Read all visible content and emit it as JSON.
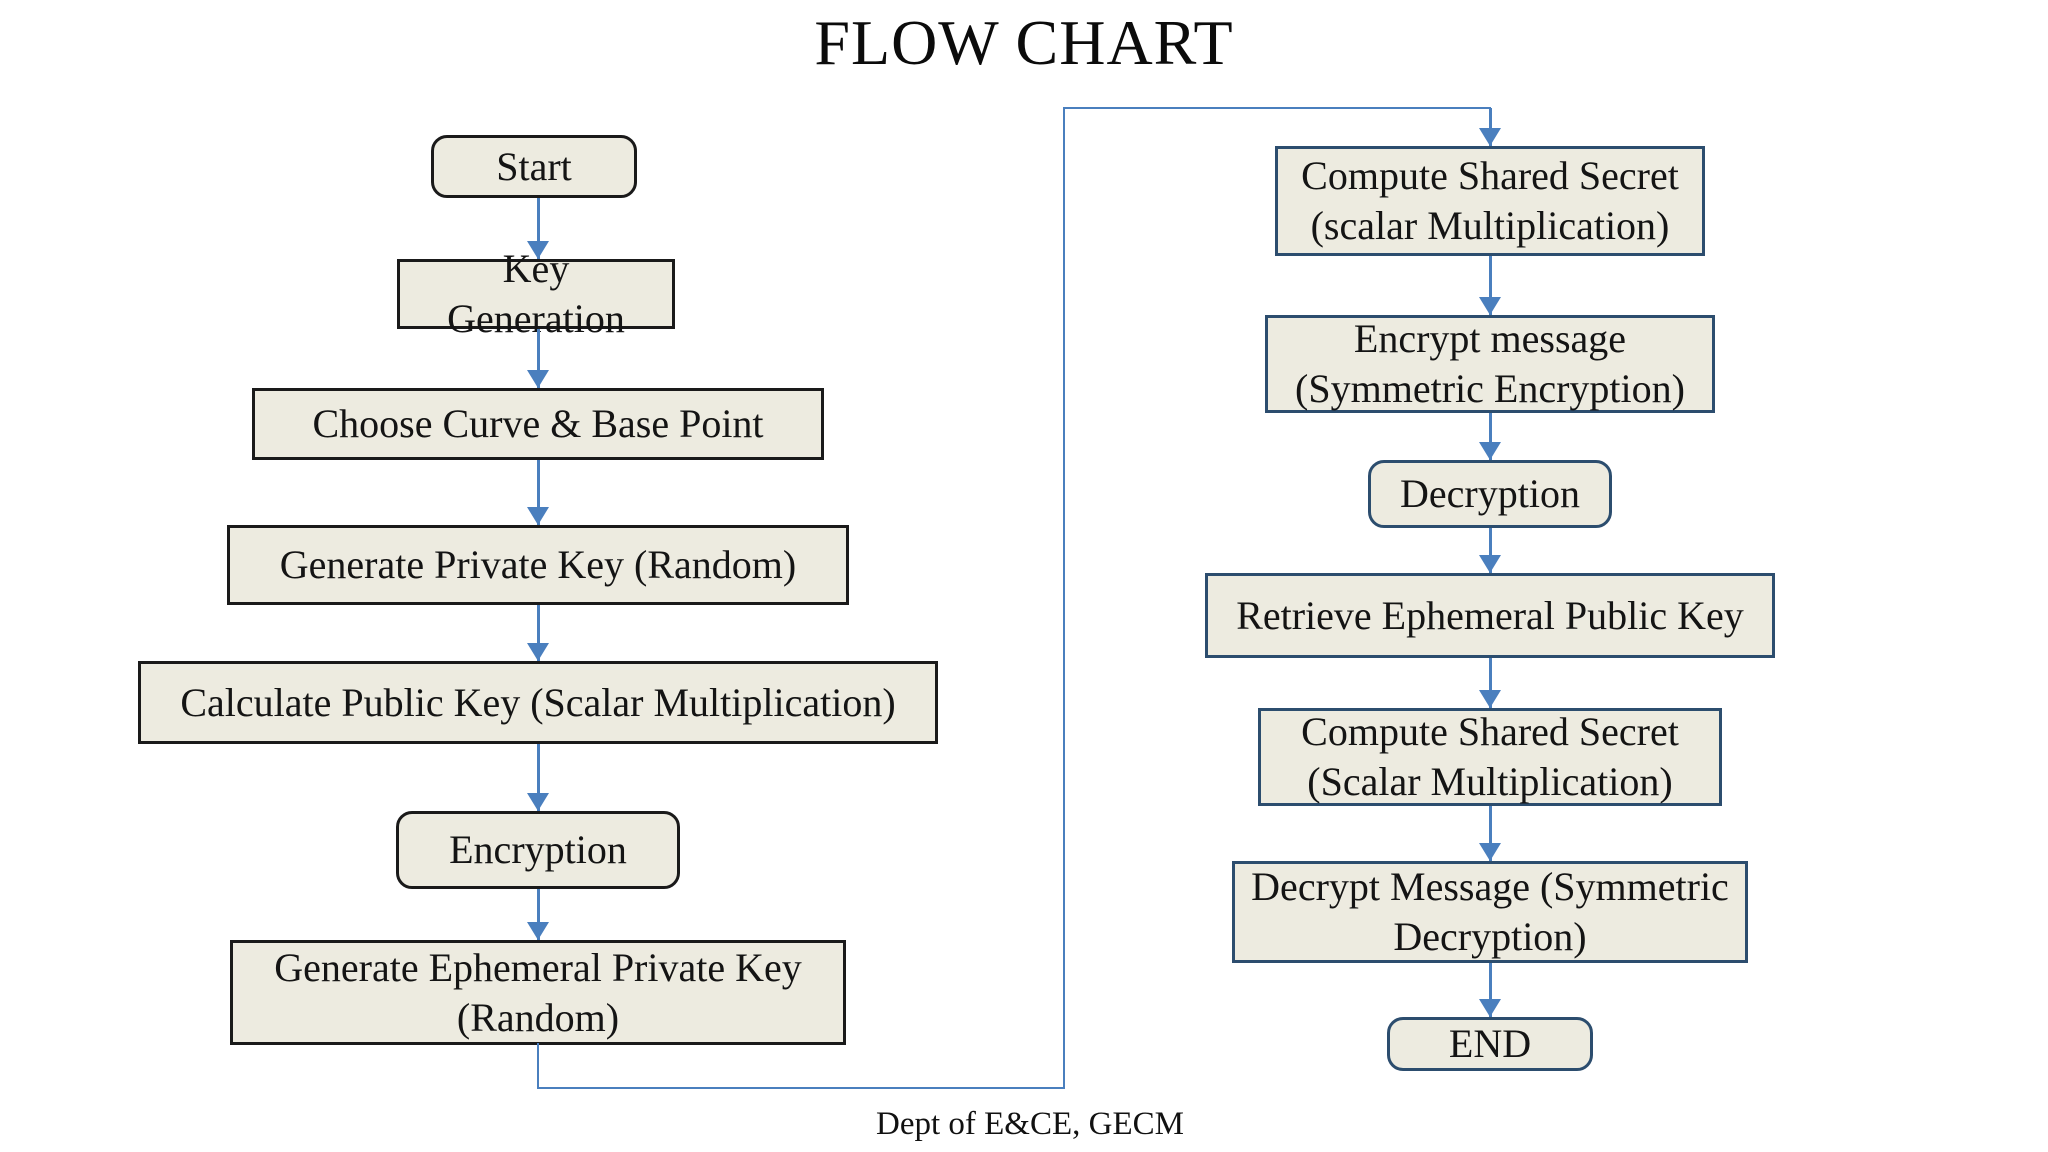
{
  "title": "FLOW CHART",
  "footer": "Dept of E&CE, GECM",
  "colors": {
    "box_fill": "#edebe0",
    "left_border": "#1a1a1a",
    "right_border": "#2c4d6e",
    "arrow": "#4a7fbe",
    "ink": "#141414"
  },
  "flow": {
    "left": [
      {
        "label": "Start",
        "shape": "rounded"
      },
      {
        "label": "Key Generation",
        "shape": "rect"
      },
      {
        "label": "Choose Curve & Base Point",
        "shape": "rect"
      },
      {
        "label": "Generate Private Key (Random)",
        "shape": "rect"
      },
      {
        "label": "Calculate Public Key (Scalar Multiplication)",
        "shape": "rect"
      },
      {
        "label": "Encryption",
        "shape": "rounded"
      },
      {
        "label": "Generate Ephemeral Private Key (Random)",
        "shape": "rect"
      }
    ],
    "right": [
      {
        "label": "Compute Shared Secret (scalar Multiplication)",
        "shape": "rect"
      },
      {
        "label": "Encrypt message (Symmetric Encryption)",
        "shape": "rect"
      },
      {
        "label": "Decryption",
        "shape": "rounded"
      },
      {
        "label": "Retrieve Ephemeral Public Key",
        "shape": "rect"
      },
      {
        "label": "Compute Shared Secret (Scalar Multiplication)",
        "shape": "rect"
      },
      {
        "label": "Decrypt Message (Symmetric Decryption)",
        "shape": "rect"
      },
      {
        "label": "END",
        "shape": "rounded"
      }
    ],
    "edges": [
      {
        "from": "Start",
        "to": "Key Generation"
      },
      {
        "from": "Key Generation",
        "to": "Choose Curve & Base Point"
      },
      {
        "from": "Choose Curve & Base Point",
        "to": "Generate Private Key (Random)"
      },
      {
        "from": "Generate Private Key (Random)",
        "to": "Calculate Public Key (Scalar Multiplication)"
      },
      {
        "from": "Calculate Public Key (Scalar Multiplication)",
        "to": "Encryption"
      },
      {
        "from": "Encryption",
        "to": "Generate Ephemeral Private Key (Random)"
      },
      {
        "from": "Generate Ephemeral Private Key (Random)",
        "to": "Compute Shared Secret (scalar Multiplication)"
      },
      {
        "from": "Compute Shared Secret (scalar Multiplication)",
        "to": "Encrypt message (Symmetric Encryption)"
      },
      {
        "from": "Encrypt message (Symmetric Encryption)",
        "to": "Decryption"
      },
      {
        "from": "Decryption",
        "to": "Retrieve Ephemeral Public Key"
      },
      {
        "from": "Retrieve Ephemeral Public Key",
        "to": "Compute Shared Secret (Scalar Multiplication)"
      },
      {
        "from": "Compute Shared Secret (Scalar Multiplication)",
        "to": "Decrypt Message (Symmetric Decryption)"
      },
      {
        "from": "Decrypt Message (Symmetric Decryption)",
        "to": "END"
      }
    ]
  }
}
